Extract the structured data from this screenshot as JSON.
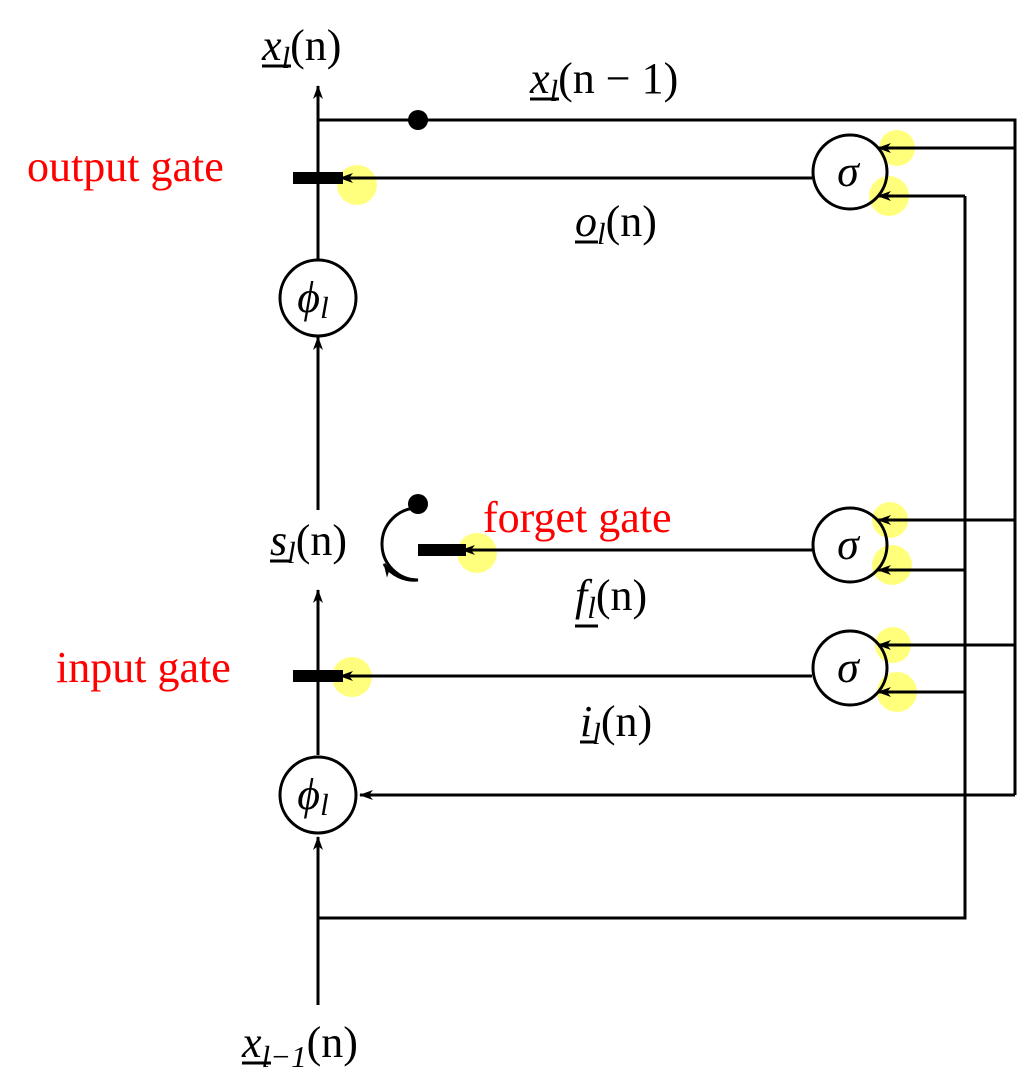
{
  "labels": {
    "output_top": {
      "var": "x",
      "sub": "l",
      "arg": "(n)"
    },
    "prev_output": {
      "var": "x",
      "sub": "l",
      "arg": "(n − 1)"
    },
    "output_gate_signal": {
      "var": "o",
      "sub": "l",
      "arg": "(n)"
    },
    "state": {
      "var": "s",
      "sub": "l",
      "arg": "(n)"
    },
    "forget_gate_signal": {
      "var": "f",
      "sub": "l",
      "arg": "(n)"
    },
    "input_gate_signal": {
      "var": "i",
      "sub": "l",
      "arg": "(n)"
    },
    "input_bottom": {
      "var": "x",
      "sub": "l−1",
      "arg": "(n)"
    }
  },
  "gate_names": {
    "output": "output gate",
    "forget": "forget gate",
    "input": "input gate"
  },
  "nodes": {
    "phi_top": {
      "symbol": "ϕ",
      "sub": "l"
    },
    "phi_bottom": {
      "symbol": "ϕ",
      "sub": "l"
    },
    "sigma_output": {
      "symbol": "σ"
    },
    "sigma_forget": {
      "symbol": "σ"
    },
    "sigma_input": {
      "symbol": "σ"
    }
  },
  "colors": {
    "line": "#000000",
    "gate_label": "#ff0000",
    "highlight": "#ffff66"
  }
}
